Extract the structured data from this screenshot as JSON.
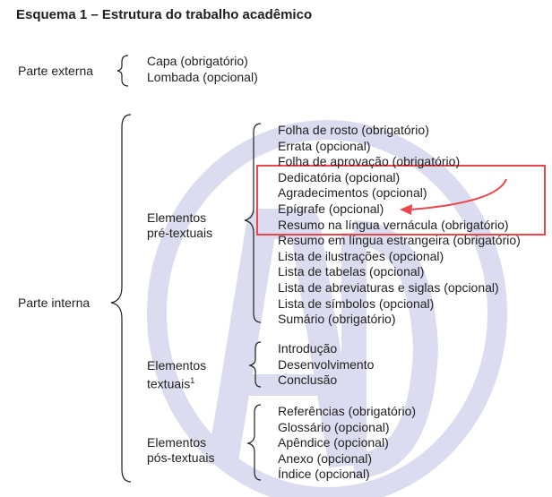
{
  "title": "Esquema 1 – Estrutura do trabalho acadêmico",
  "external": {
    "label": "Parte externa",
    "items": [
      "Capa (obrigatório)",
      "Lombada (opcional)"
    ]
  },
  "internal": {
    "label": "Parte interna",
    "pre": {
      "label_line1": "Elementos",
      "label_line2": "pré-textuais",
      "items": [
        "Folha de rosto (obrigatório)",
        "Errata (opcional)",
        "Folha de aprovação (obrigatório)",
        "Dedicatória (opcional)",
        "Agradecimentos (opcional)",
        "Epígrafe (opcional)",
        "Resumo na língua vernácula (obrigatório)",
        "Resumo em língua estrangeira (obrigatório)",
        "Lista de ilustrações (opcional)",
        "Lista de tabelas (opcional)",
        "Lista de abreviaturas e siglas (opcional)",
        "Lista de símbolos (opcional)",
        "Sumário (obrigatório)"
      ]
    },
    "textual": {
      "label_line1": "Elementos",
      "label_line2": "textuais",
      "footnote_mark": "1",
      "items": [
        "Introdução",
        "Desenvolvimento",
        "Conclusão"
      ]
    },
    "post": {
      "label_line1": "Elementos",
      "label_line2": "pós-textuais",
      "items": [
        "Referências (obrigatório)",
        "Glossário (opcional)",
        "Apêndice (opcional)",
        "Anexo (opcional)",
        "Índice (opcional)"
      ]
    }
  },
  "colors": {
    "highlight": "#e8474c",
    "watermark": "#dcdcf0",
    "text": "#1f1f1f"
  }
}
